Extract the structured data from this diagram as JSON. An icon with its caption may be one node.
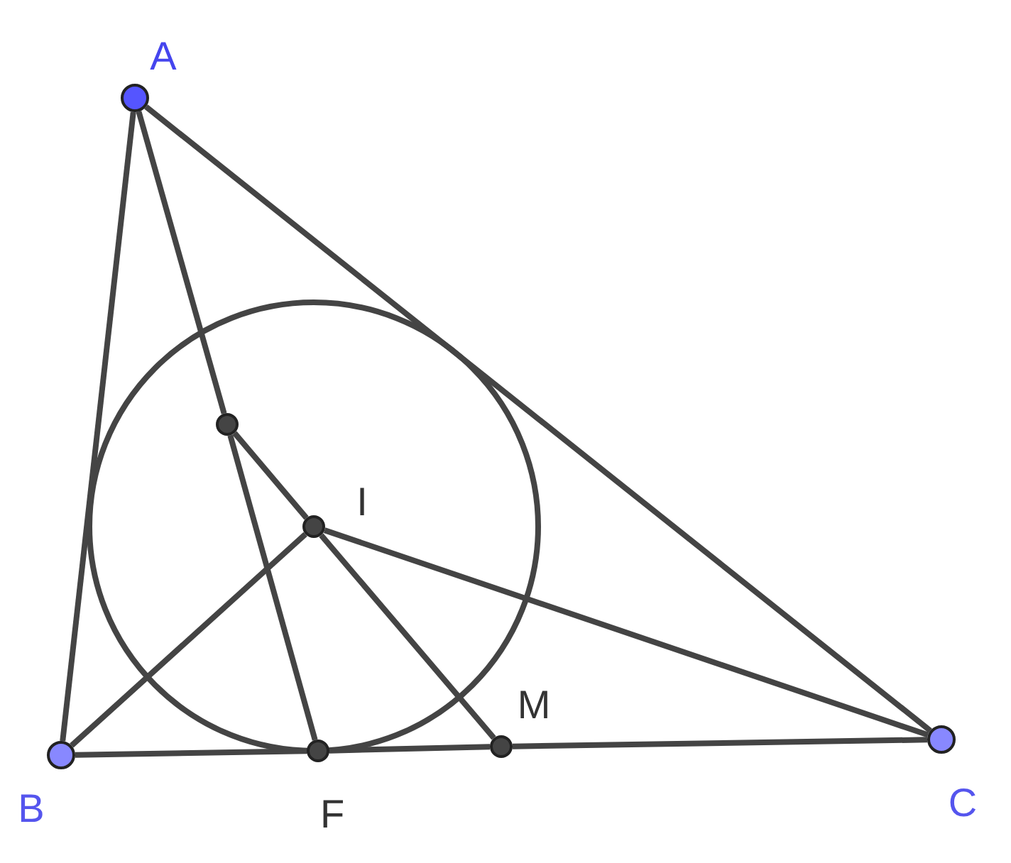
{
  "diagram": {
    "nodes": [
      {
        "text": [
          "A"
        ]
      },
      {
        "text": [
          "B"
        ]
      },
      {
        "text": [
          "C"
        ]
      },
      {
        "text": [
          "I"
        ]
      },
      {
        "text": [
          "F"
        ]
      },
      {
        "text": [
          "M"
        ]
      },
      {
        "text": [],
        "shape": "circle"
      }
    ],
    "edges": [
      {
        "from": 0,
        "to": 1,
        "arrow": "none"
      },
      {
        "from": 0,
        "to": 2,
        "arrow": "none"
      },
      {
        "from": 1,
        "to": 4,
        "arrow": "none"
      },
      {
        "from": 4,
        "to": 5,
        "arrow": "none"
      },
      {
        "from": 5,
        "to": 2,
        "arrow": "none"
      },
      {
        "from": 0,
        "to": 6,
        "arrow": "none"
      },
      {
        "from": 6,
        "to": 4,
        "arrow": "none"
      },
      {
        "from": 1,
        "to": 3,
        "arrow": "none"
      },
      {
        "from": 3,
        "to": 2,
        "arrow": "none"
      },
      {
        "from": 6,
        "to": 3,
        "arrow": "none"
      },
      {
        "from": 3,
        "to": 5,
        "arrow": "none"
      }
    ]
  }
}
